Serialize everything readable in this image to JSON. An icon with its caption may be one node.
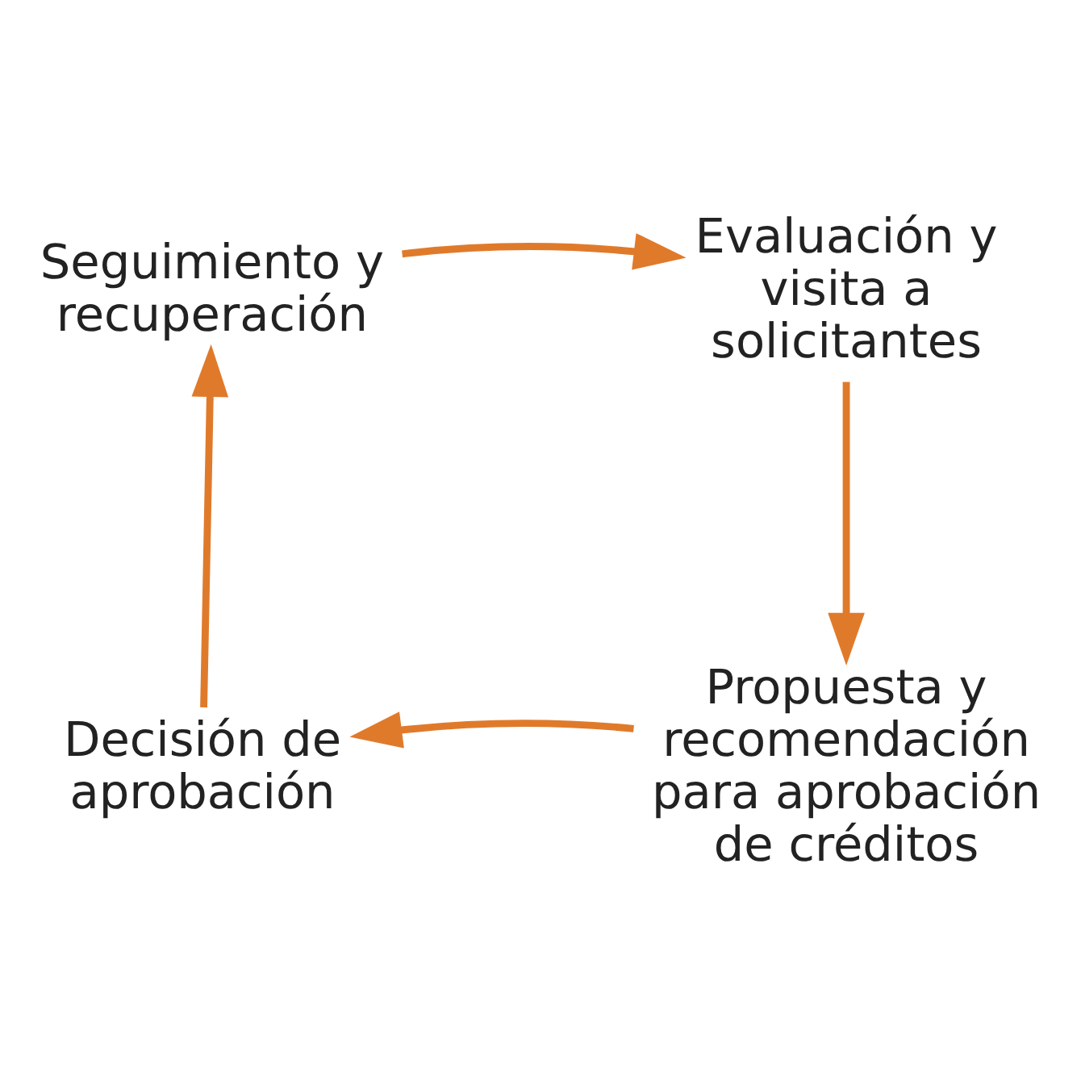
{
  "diagram": {
    "nodes": [
      {
        "text": [
          "Seguimiento y recuperación"
        ]
      },
      {
        "text": [
          "Evaluación y visita a solicitantes"
        ]
      },
      {
        "text": [
          "Propuesta y recomendación para aprobación de créditos"
        ]
      },
      {
        "text": [
          "Decisión de aprobación"
        ]
      }
    ],
    "edges": [
      {
        "from": 0,
        "to": 1,
        "arrow": "to"
      },
      {
        "from": 1,
        "to": 2,
        "arrow": "to"
      },
      {
        "from": 2,
        "to": 3,
        "arrow": "to"
      },
      {
        "from": 3,
        "to": 0,
        "arrow": "to"
      }
    ]
  }
}
